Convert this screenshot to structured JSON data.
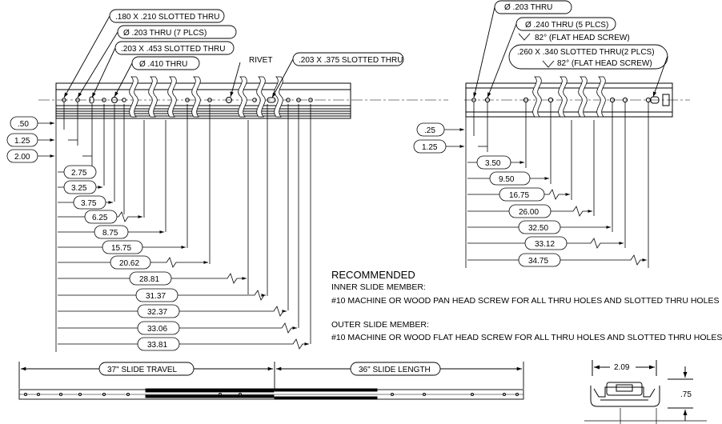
{
  "callouts": {
    "c1": ".180 X .210 SLOTTED THRU",
    "c2": "Ø .203 THRU (7 PLCS)",
    "c3": ".203 X .453 SLOTTED THRU",
    "c4": "Ø .410 THRU",
    "c5": "RIVET",
    "c6": ".203 X .375 SLOTTED THRU",
    "r1": "Ø .203 THRU",
    "r2": "Ø .240 THRU (5 PLCS)",
    "r3": "82° (FLAT HEAD SCREW)",
    "r4": ".260 X .340 SLOTTED THRU(2 PLCS)",
    "r5": "82° (FLAT HEAD SCREW)"
  },
  "left_dims": {
    "v050": ".50",
    "v125": "1.25",
    "v200": "2.00",
    "v275": "2.75",
    "v325": "3.25",
    "v375": "3.75",
    "v625": "6.25",
    "v875": "8.75",
    "v1575": "15.75",
    "v2062": "20.62",
    "v2881": "28.81",
    "v3137": "31.37",
    "v3237": "32.37",
    "v3306": "33.06",
    "v3381": "33.81"
  },
  "right_dims": {
    "v025": ".25",
    "v125": "1.25",
    "v350": "3.50",
    "v950": "9.50",
    "v1675": "16.75",
    "v2600": "26.00",
    "v3250": "32.50",
    "v3312": "33.12",
    "v3475": "34.75"
  },
  "bottom_dims": {
    "travel": "37\" SLIDE TRAVEL",
    "length": "36\" SLIDE LENGTH",
    "width": "2.09",
    "height": ".75"
  },
  "notes": {
    "heading": "RECOMMENDED",
    "inner_label": "INNER SLIDE MEMBER:",
    "inner_text": "#10 MACHINE OR WOOD PAN HEAD SCREW FOR ALL THRU HOLES AND SLOTTED THRU HOLES",
    "outer_label": "OUTER SLIDE MEMBER:",
    "outer_text": "#10 MACHINE OR WOOD FLAT HEAD SCREW FOR ALL THRU HOLES AND SLOTTED THRU HOLES"
  }
}
